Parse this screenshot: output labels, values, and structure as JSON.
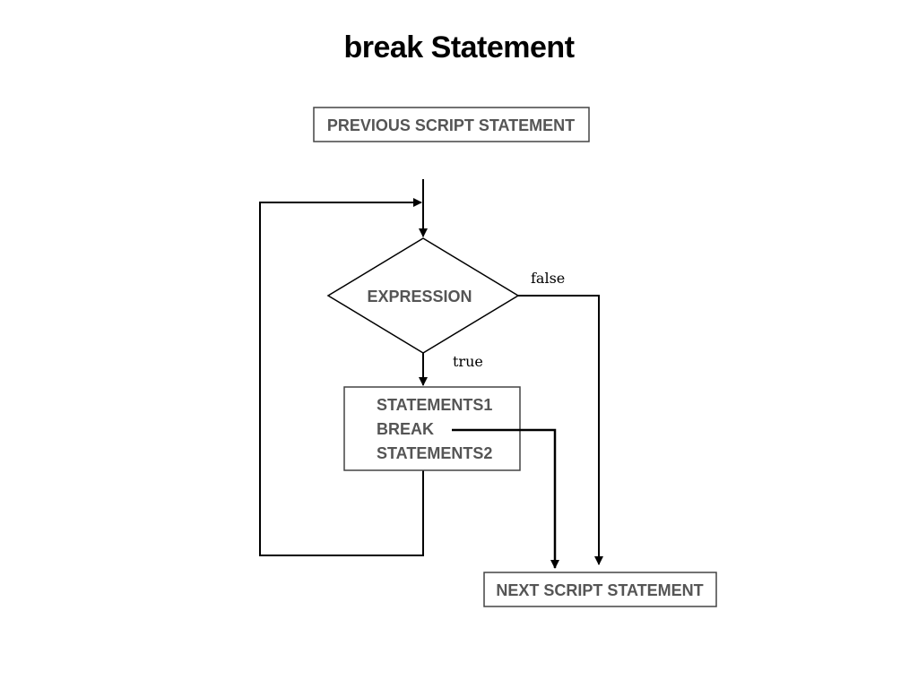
{
  "title": "break Statement",
  "nodes": {
    "previous": "PREVIOUS SCRIPT STATEMENT",
    "expression": "EXPRESSION",
    "body": {
      "line1": "STATEMENTS1",
      "line2": "BREAK",
      "line3": "STATEMENTS2"
    },
    "next": "NEXT SCRIPT STATEMENT"
  },
  "edges": {
    "false_label": "false",
    "true_label": "true"
  },
  "colors": {
    "box_text": "#555555",
    "line": "#000000"
  }
}
